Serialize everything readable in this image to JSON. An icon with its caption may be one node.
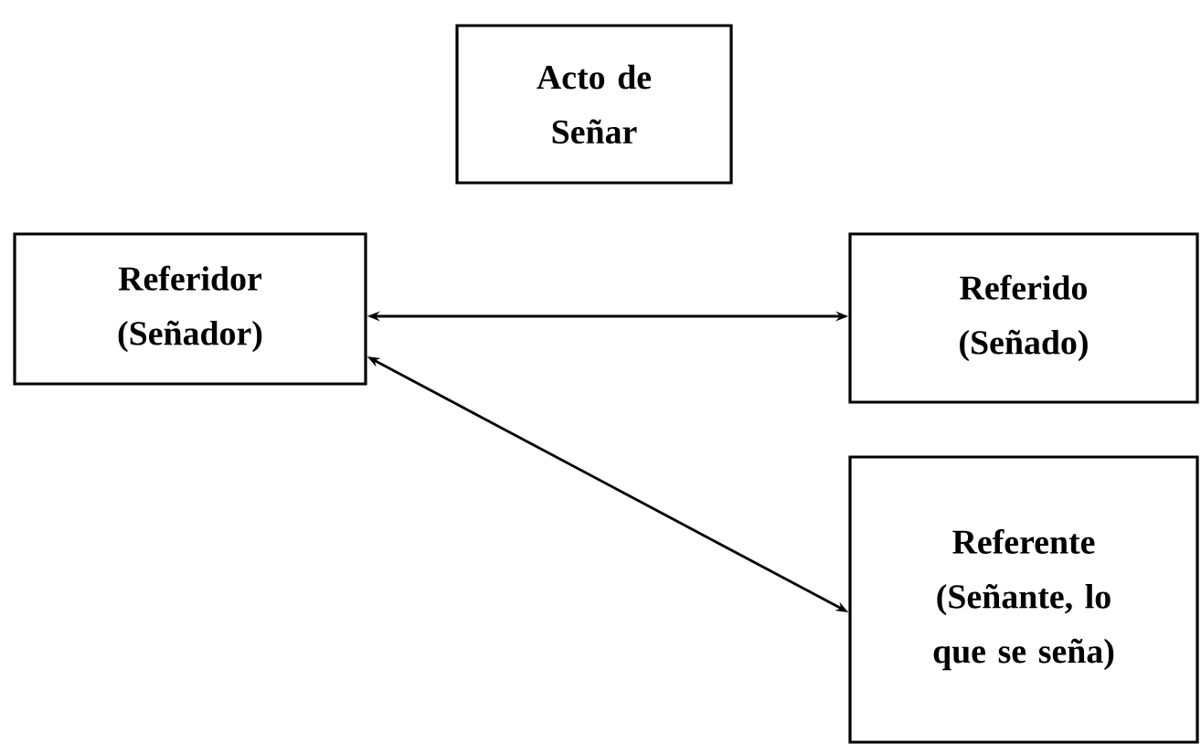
{
  "diagram": {
    "nodes": [
      {
        "text": [
          "Acto de Señar"
        ]
      },
      {
        "text": [
          "Referidor (Señador)"
        ]
      },
      {
        "text": [
          "Referido (Señado)"
        ]
      },
      {
        "text": [
          "Referente (Señante, lo que se seña)"
        ]
      }
    ],
    "edges": [
      {
        "from": 1,
        "to": 2,
        "arrow": "both"
      },
      {
        "from": 1,
        "to": 3,
        "arrow": "both"
      }
    ]
  }
}
